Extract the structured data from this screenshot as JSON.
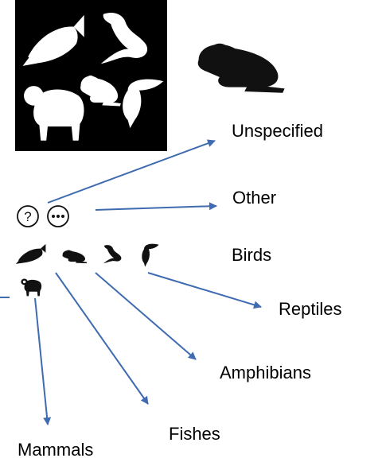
{
  "labels": {
    "unspecified": "Unspecified",
    "other": "Other",
    "birds": "Birds",
    "reptiles": "Reptiles",
    "amphibians": "Amphibians",
    "fishes": "Fishes",
    "mammals": "Mammals"
  },
  "icons": {
    "collage": [
      "fish-icon",
      "lizard-icon",
      "ram-icon",
      "frog-icon",
      "toucan-icon"
    ],
    "large": "frog-icon",
    "circles": [
      "question-mark-circle-icon",
      "ellipsis-circle-icon"
    ],
    "small_row": [
      "fish-icon",
      "frog-icon",
      "lizard-icon",
      "toucan-icon"
    ],
    "small_below": "ram-icon"
  },
  "colors": {
    "arrow": "#3F6BB1",
    "icon": "#111111",
    "tile_background": "#000000"
  }
}
